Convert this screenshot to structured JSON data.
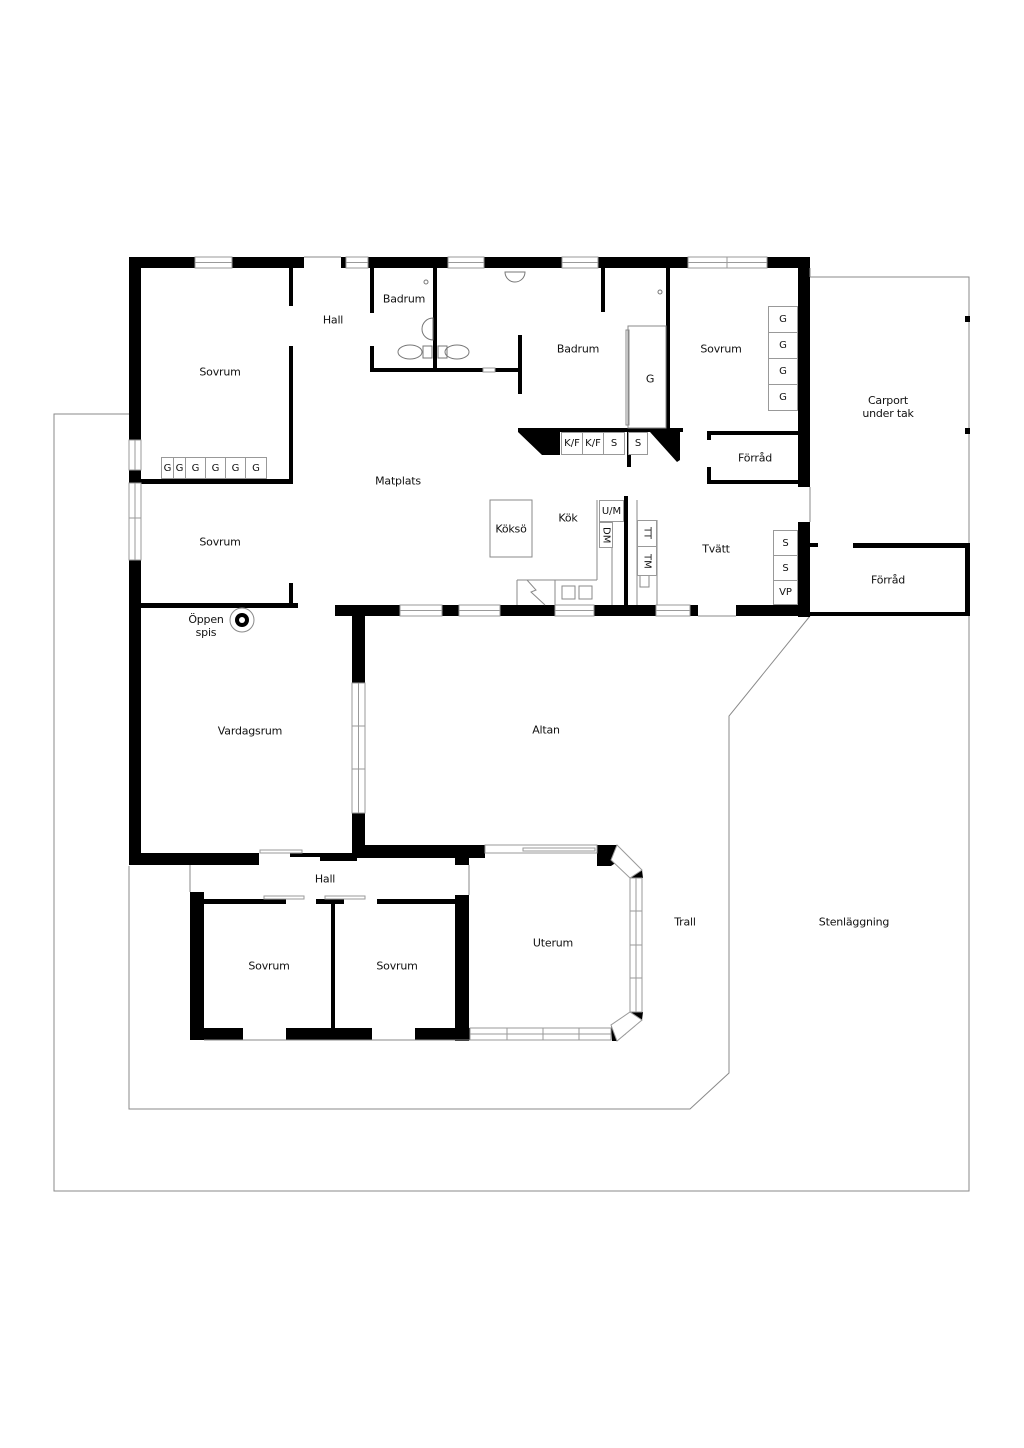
{
  "plan": {
    "rooms": {
      "sovrum_nw": "Sovrum",
      "hall_north": "Hall",
      "badrum_small": "Badrum",
      "badrum_large": "Badrum",
      "sovrum_ne": "Sovrum",
      "carport": "Carport\nunder tak",
      "matplats": "Matplats",
      "forrad_inner": "Förråd",
      "sovrum_w": "Sovrum",
      "koksoe": "Köksö",
      "kok": "Kök",
      "tvatt": "Tvätt",
      "forrad_outer": "Förråd",
      "oppen_spis": "Öppen\nspis",
      "vardagsrum": "Vardagsrum",
      "altan": "Altan",
      "hall_south": "Hall",
      "sovrum_sw1": "Sovrum",
      "sovrum_sw2": "Sovrum",
      "uterum": "Uterum",
      "trall": "Trall",
      "stenlaggning": "Stenläggning"
    },
    "fixtures": {
      "wardrobes_nw": [
        "G",
        "G",
        "G",
        "G",
        "G",
        "G"
      ],
      "wardrobes_ne": [
        "G",
        "G",
        "G",
        "G"
      ],
      "wardrobe_bath": "G",
      "kitchen_row": [
        "K/F",
        "K/F",
        "S",
        "S"
      ],
      "um": "U/M",
      "dm": "DM",
      "tt": "TT",
      "tm": "TM",
      "tvatt_col": [
        "S",
        "S",
        "VP"
      ]
    },
    "colors": {
      "wall": "#000000",
      "outline": "#8a8a8a",
      "window": "#9a9a9a",
      "background": "#ffffff"
    }
  }
}
